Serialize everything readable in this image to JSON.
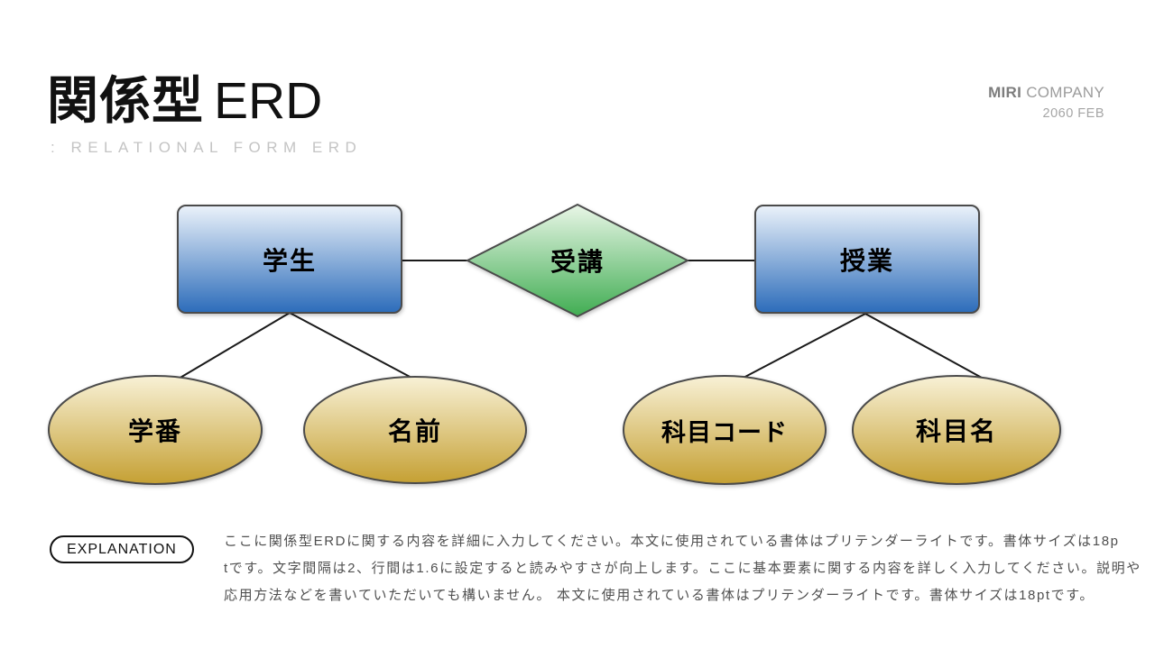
{
  "header": {
    "title_jp": "関係型",
    "title_en": "ERD",
    "subtitle": ": RELATIONAL FORM ERD",
    "company_name": "MIRI",
    "company_suffix": " COMPANY",
    "date": "2060 FEB"
  },
  "diagram": {
    "entities": [
      {
        "label": "学生"
      },
      {
        "label": "授業"
      }
    ],
    "relationship": {
      "label": "受講"
    },
    "attributes": [
      {
        "label": "学番"
      },
      {
        "label": "名前"
      },
      {
        "label": "科目コード"
      },
      {
        "label": "科目名"
      }
    ],
    "colors": {
      "entity_gradient_top": "#ebf2fa",
      "entity_gradient_bottom": "#2c6cba",
      "relationship_gradient_top": "#e9f6e7",
      "relationship_gradient_bottom": "#40ad52",
      "attribute_gradient_top": "#f8f1d6",
      "attribute_gradient_bottom": "#c5a033",
      "shape_border": "#4b4b4b",
      "connector": "#1a1a1a"
    }
  },
  "explanation": {
    "badge": "EXPLANATION",
    "lines": [
      "ここに関係型ERDに関する内容を詳細に入力してください。本文に使用されている書体はプリテンダーライトです。書体サイズは18p",
      "tです。文字間隔は2、行間は1.6に設定すると読みやすさが向上します。ここに基本要素に関する内容を詳しく入力してください。説明や",
      "応用方法などを書いていただいても構いません。 本文に使用されている書体はプリテンダーライトです。書体サイズは18ptです。"
    ]
  }
}
